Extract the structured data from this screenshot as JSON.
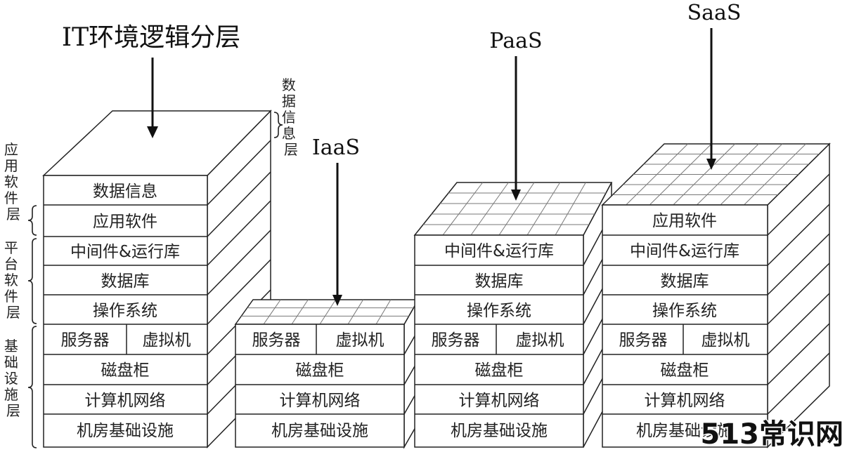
{
  "stacks": {
    "it": {
      "title": "IT环境逻辑分层",
      "rows": {
        "data_info": "数据信息",
        "app_software": "应用软件",
        "middleware": "中间件&运行库",
        "database": "数据库",
        "os": "操作系统",
        "server": "服务器",
        "vm": "虚拟机",
        "disk": "磁盘柜",
        "network": "计算机网络",
        "facility": "机房基础设施"
      },
      "groups": {
        "data_layer": [
          "数",
          "据",
          "信",
          "息",
          "层"
        ],
        "app_layer": [
          "应",
          "用",
          "软",
          "件",
          "层"
        ],
        "platform_layer": [
          "平",
          "台",
          "软",
          "件",
          "层"
        ],
        "infra_layer": [
          "基",
          "础",
          "设",
          "施",
          "层"
        ]
      }
    },
    "iaas": {
      "title": "IaaS",
      "rows": {
        "server": "服务器",
        "vm": "虚拟机",
        "disk": "磁盘柜",
        "network": "计算机网络",
        "facility": "机房基础设施"
      }
    },
    "paas": {
      "title": "PaaS",
      "rows": {
        "middleware": "中间件&运行库",
        "database": "数据库",
        "os": "操作系统",
        "server": "服务器",
        "vm": "虚拟机",
        "disk": "磁盘柜",
        "network": "计算机网络",
        "facility": "机房基础设施"
      }
    },
    "saas": {
      "title": "SaaS",
      "rows": {
        "app_software": "应用软件",
        "middleware": "中间件&运行库",
        "database": "数据库",
        "os": "操作系统",
        "server": "服务器",
        "vm": "虚拟机",
        "disk": "磁盘柜",
        "network": "计算机网络",
        "facility": "机房基础设施"
      }
    }
  },
  "watermark": "513常识网"
}
